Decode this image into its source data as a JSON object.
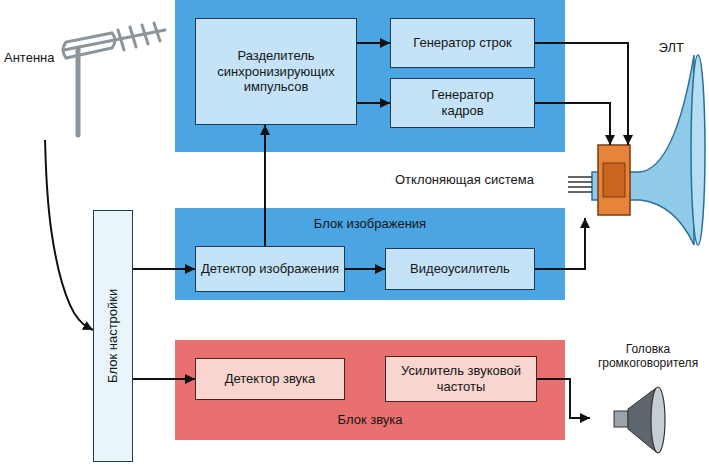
{
  "diagram": {
    "nodes": [
      {
        "text": [
          "Антенна"
        ]
      },
      {
        "text": [
          "Разделитель синхронизирующих импульсов"
        ]
      },
      {
        "text": [
          "Генератор строк"
        ]
      },
      {
        "text": [
          "Генератор кадров"
        ]
      },
      {
        "text": [
          "ЭЛТ"
        ]
      },
      {
        "text": [
          "Отклоняющая система"
        ]
      },
      {
        "text": [
          "Блок изображения"
        ]
      },
      {
        "text": [
          "Детектор изображения"
        ],
        "in": 6
      },
      {
        "text": [
          "Видеоусилитель"
        ],
        "in": 6
      },
      {
        "text": [
          "Блок настройки"
        ]
      },
      {
        "text": [
          "Головка громкоговорителя"
        ]
      },
      {
        "text": [
          "Блок звука"
        ]
      },
      {
        "text": [
          "Детектор звука"
        ],
        "in": 11
      },
      {
        "text": [
          "Усилитель звуковой частоты"
        ],
        "in": 11
      }
    ],
    "edges": [
      {
        "from": 0,
        "to": 9,
        "arrow": "to"
      },
      {
        "from": 9,
        "to": 7,
        "arrow": "to"
      },
      {
        "from": 9,
        "to": 12,
        "arrow": "to"
      },
      {
        "from": 7,
        "to": 1,
        "arrow": "to"
      },
      {
        "from": 7,
        "to": 8,
        "arrow": "to"
      },
      {
        "from": 1,
        "to": 2,
        "arrow": "to"
      },
      {
        "from": 1,
        "to": 3,
        "arrow": "to"
      },
      {
        "from": 2,
        "to": 5,
        "arrow": "to"
      },
      {
        "from": 3,
        "to": 5,
        "arrow": "to"
      },
      {
        "from": 8,
        "to": 4,
        "arrow": "to"
      },
      {
        "from": 13,
        "to": 10,
        "arrow": "to"
      }
    ]
  }
}
